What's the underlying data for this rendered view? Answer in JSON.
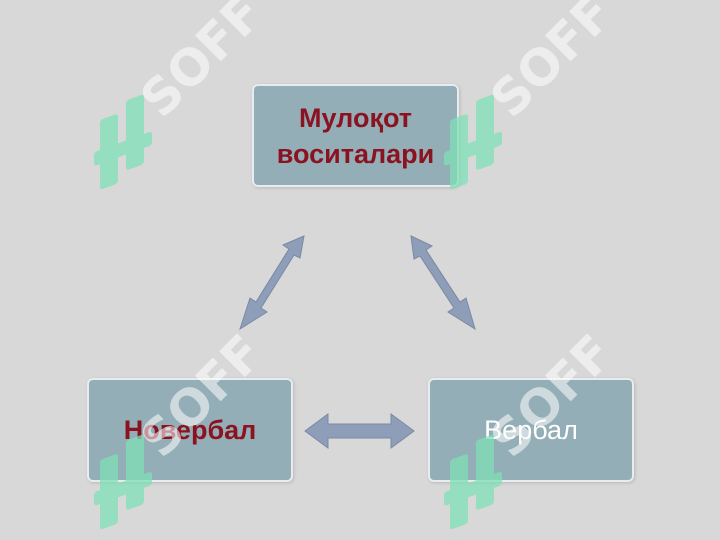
{
  "nodes": {
    "top": {
      "label": "Мулоқот воситалари",
      "style": "bold"
    },
    "left": {
      "label": "Новербал",
      "style": "bold"
    },
    "right": {
      "label": "Вербал",
      "style": "regular"
    }
  },
  "arrows": [
    {
      "from": "top",
      "to": "left",
      "bidirectional": true
    },
    {
      "from": "top",
      "to": "right",
      "bidirectional": true
    },
    {
      "from": "left",
      "to": "right",
      "bidirectional": true
    }
  ],
  "watermark": {
    "text": "SOFF",
    "icon": "soff-logo-icon"
  },
  "colors": {
    "background": "#d8d8d8",
    "box": "#93aeb6",
    "arrow": "#8e9db8",
    "label_strong": "#8b1220",
    "label_plain": "#ffffff",
    "watermark_green": "#7fe0b8"
  }
}
